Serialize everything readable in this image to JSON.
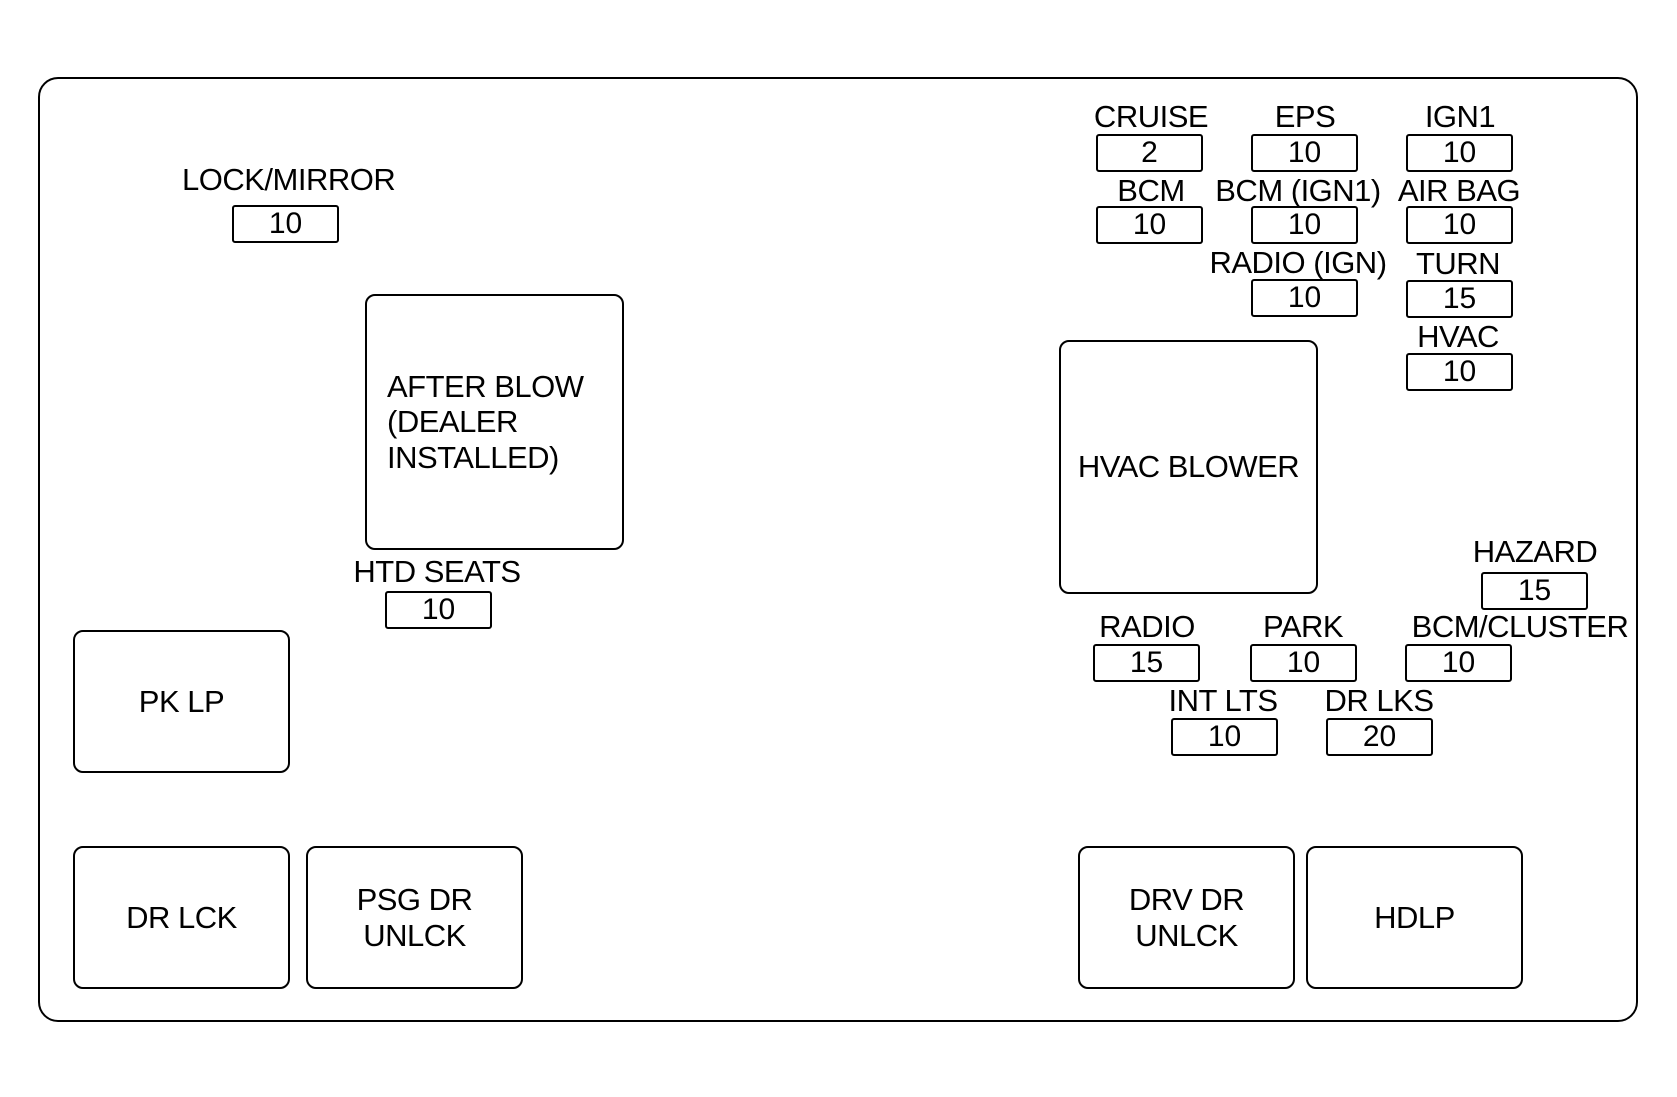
{
  "fuses": {
    "lock_mirror": {
      "label": "LOCK/MIRROR",
      "value": "10"
    },
    "cruise": {
      "label": "CRUISE",
      "value": "2"
    },
    "eps": {
      "label": "EPS",
      "value": "10"
    },
    "ign1": {
      "label": "IGN1",
      "value": "10"
    },
    "bcm": {
      "label": "BCM",
      "value": "10"
    },
    "bcm_ign1": {
      "label": "BCM (IGN1)",
      "value": "10"
    },
    "air_bag": {
      "label": "AIR BAG",
      "value": "10"
    },
    "radio_ign": {
      "label": "RADIO (IGN)",
      "value": "10"
    },
    "turn": {
      "label": "TURN",
      "value": "15"
    },
    "hvac": {
      "label": "HVAC",
      "value": "10"
    },
    "htd_seats": {
      "label": "HTD SEATS",
      "value": "10"
    },
    "hazard": {
      "label": "HAZARD",
      "value": "15"
    },
    "radio": {
      "label": "RADIO",
      "value": "15"
    },
    "park": {
      "label": "PARK",
      "value": "10"
    },
    "bcm_cluster": {
      "label": "BCM/CLUSTER",
      "value": "10"
    },
    "int_lts": {
      "label": "INT LTS",
      "value": "10"
    },
    "dr_lks": {
      "label": "DR LKS",
      "value": "20"
    }
  },
  "relays": {
    "after_blow": "AFTER BLOW\n(DEALER\nINSTALLED)",
    "hvac_blower": "HVAC BLOWER",
    "pk_lp": "PK LP",
    "dr_lck": "DR LCK",
    "psg_dr_unlck": "PSG DR\nUNLCK",
    "drv_dr_unlck": "DRV DR\nUNLCK",
    "hdlp": "HDLP"
  }
}
